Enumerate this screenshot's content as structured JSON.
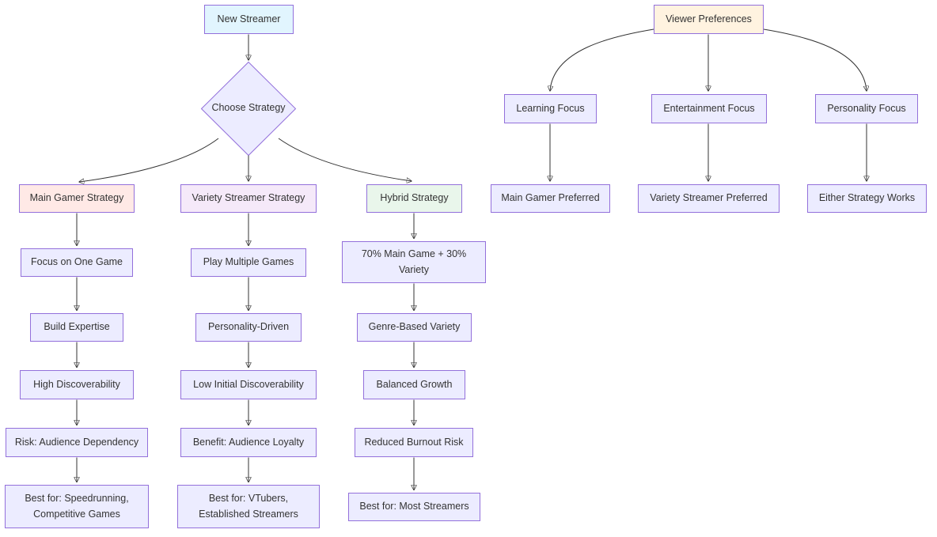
{
  "diagram": {
    "type": "flowchart",
    "nodes": {
      "new_streamer": "New Streamer",
      "choose_strategy": "Choose Strategy",
      "main_gamer_strategy": "Main Gamer Strategy",
      "variety_streamer_strategy": "Variety Streamer Strategy",
      "hybrid_strategy": "Hybrid Strategy",
      "focus_one_game": "Focus on One Game",
      "play_multiple_games": "Play Multiple Games",
      "main_30_variety": "70% Main Game + 30%\nVariety",
      "build_expertise": "Build Expertise",
      "personality_driven": "Personality-Driven",
      "genre_based_variety": "Genre-Based Variety",
      "high_discoverability": "High Discoverability",
      "low_initial_discoverability": "Low Initial Discoverability",
      "balanced_growth": "Balanced Growth",
      "risk_audience_dependency": "Risk: Audience Dependency",
      "benefit_audience_loyalty": "Benefit: Audience Loyalty",
      "reduced_burnout_risk": "Reduced Burnout Risk",
      "best_speedrunning": "Best for: Speedrunning,\nCompetitive Games",
      "best_vtubers": "Best for: VTubers,\nEstablished Streamers",
      "best_most_streamers": "Best for: Most Streamers",
      "viewer_preferences": "Viewer Preferences",
      "learning_focus": "Learning Focus",
      "entertainment_focus": "Entertainment Focus",
      "personality_focus": "Personality Focus",
      "main_gamer_preferred": "Main Gamer Preferred",
      "variety_streamer_preferred": "Variety Streamer Preferred",
      "either_strategy_works": "Either Strategy Works"
    },
    "edges": [
      {
        "from": "new_streamer",
        "to": "choose_strategy"
      },
      {
        "from": "choose_strategy",
        "to": "main_gamer_strategy"
      },
      {
        "from": "choose_strategy",
        "to": "variety_streamer_strategy"
      },
      {
        "from": "choose_strategy",
        "to": "hybrid_strategy"
      },
      {
        "from": "main_gamer_strategy",
        "to": "focus_one_game"
      },
      {
        "from": "focus_one_game",
        "to": "build_expertise"
      },
      {
        "from": "build_expertise",
        "to": "high_discoverability"
      },
      {
        "from": "high_discoverability",
        "to": "risk_audience_dependency"
      },
      {
        "from": "risk_audience_dependency",
        "to": "best_speedrunning"
      },
      {
        "from": "variety_streamer_strategy",
        "to": "play_multiple_games"
      },
      {
        "from": "play_multiple_games",
        "to": "personality_driven"
      },
      {
        "from": "personality_driven",
        "to": "low_initial_discoverability"
      },
      {
        "from": "low_initial_discoverability",
        "to": "benefit_audience_loyalty"
      },
      {
        "from": "benefit_audience_loyalty",
        "to": "best_vtubers"
      },
      {
        "from": "hybrid_strategy",
        "to": "main_30_variety"
      },
      {
        "from": "main_30_variety",
        "to": "genre_based_variety"
      },
      {
        "from": "genre_based_variety",
        "to": "balanced_growth"
      },
      {
        "from": "balanced_growth",
        "to": "reduced_burnout_risk"
      },
      {
        "from": "reduced_burnout_risk",
        "to": "best_most_streamers"
      },
      {
        "from": "viewer_preferences",
        "to": "learning_focus"
      },
      {
        "from": "viewer_preferences",
        "to": "entertainment_focus"
      },
      {
        "from": "viewer_preferences",
        "to": "personality_focus"
      },
      {
        "from": "learning_focus",
        "to": "main_gamer_preferred"
      },
      {
        "from": "entertainment_focus",
        "to": "variety_streamer_preferred"
      },
      {
        "from": "personality_focus",
        "to": "either_strategy_works"
      }
    ],
    "colors": {
      "node_border": "#9370db",
      "node_fill": "#ececff",
      "new_streamer_fill": "#e1f5fe",
      "main_gamer_fill": "#ffe9e6",
      "variety_fill": "#f5e9f9",
      "hybrid_fill": "#e9f6eb",
      "viewer_fill": "#fff3e0",
      "edge": "#333333",
      "text": "#333333"
    }
  }
}
